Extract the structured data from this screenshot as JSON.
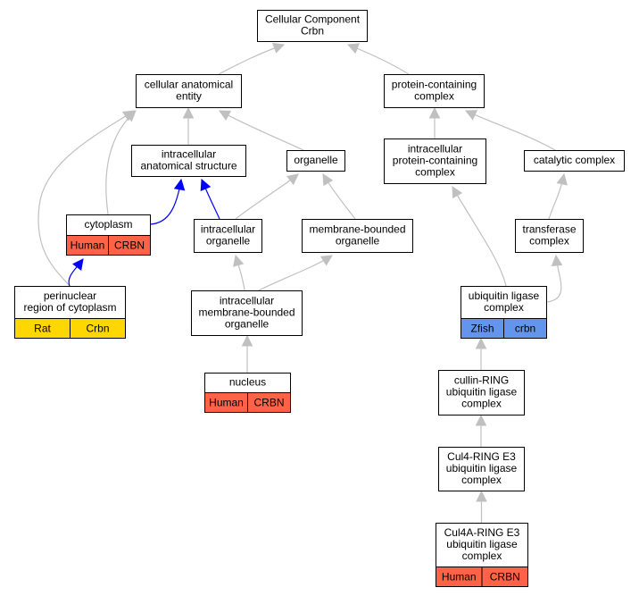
{
  "colors": {
    "human": "#ff6347",
    "rat": "#ffd700",
    "zfish": "#6495ed",
    "edge_default": "#c0c0c0",
    "edge_highlight": "#0000ff"
  },
  "nodes": [
    {
      "id": "root",
      "lines": [
        "Cellular Component",
        "Crbn"
      ]
    },
    {
      "id": "cellular_anatomical_entity",
      "lines": [
        "cellular anatomical",
        "entity"
      ]
    },
    {
      "id": "protein_containing_complex",
      "lines": [
        "protein-containing",
        "complex"
      ]
    },
    {
      "id": "intracellular_anatomical_structure",
      "lines": [
        "intracellular",
        "anatomical structure"
      ]
    },
    {
      "id": "organelle",
      "lines": [
        "organelle"
      ]
    },
    {
      "id": "intracellular_protein_containing_complex",
      "lines": [
        "intracellular",
        "protein-containing",
        "complex"
      ]
    },
    {
      "id": "catalytic_complex",
      "lines": [
        "catalytic complex"
      ]
    },
    {
      "id": "cytoplasm",
      "lines": [
        "cytoplasm"
      ],
      "tags": [
        {
          "label": "Human",
          "color": "human"
        },
        {
          "label": "CRBN",
          "color": "human"
        }
      ]
    },
    {
      "id": "intracellular_organelle",
      "lines": [
        "intracellular",
        "organelle"
      ]
    },
    {
      "id": "membrane_bounded_organelle",
      "lines": [
        "membrane-bounded",
        "organelle"
      ]
    },
    {
      "id": "transferase_complex",
      "lines": [
        "transferase",
        "complex"
      ]
    },
    {
      "id": "perinuclear_region",
      "lines": [
        "perinuclear",
        "region of cytoplasm"
      ],
      "tags": [
        {
          "label": "Rat",
          "color": "rat"
        },
        {
          "label": "Crbn",
          "color": "rat"
        }
      ]
    },
    {
      "id": "intracellular_membrane_bounded_organelle",
      "lines": [
        "intracellular",
        "membrane-bounded",
        "organelle"
      ]
    },
    {
      "id": "ubiquitin_ligase_complex",
      "lines": [
        "ubiquitin ligase",
        "complex"
      ],
      "tags": [
        {
          "label": "Zfish",
          "color": "zfish"
        },
        {
          "label": "crbn",
          "color": "zfish"
        }
      ]
    },
    {
      "id": "nucleus",
      "lines": [
        "nucleus"
      ],
      "tags": [
        {
          "label": "Human",
          "color": "human"
        },
        {
          "label": "CRBN",
          "color": "human"
        }
      ]
    },
    {
      "id": "cullin_ring",
      "lines": [
        "cullin-RING",
        "ubiquitin ligase",
        "complex"
      ]
    },
    {
      "id": "cul4_ring",
      "lines": [
        "Cul4-RING E3",
        "ubiquitin ligase",
        "complex"
      ]
    },
    {
      "id": "cul4a_ring",
      "lines": [
        "Cul4A-RING E3",
        "ubiquitin ligase",
        "complex"
      ],
      "tags": [
        {
          "label": "Human",
          "color": "human"
        },
        {
          "label": "CRBN",
          "color": "human"
        }
      ]
    }
  ],
  "edges": [
    {
      "from": "cellular_anatomical_entity",
      "to": "root",
      "color": "gray"
    },
    {
      "from": "protein_containing_complex",
      "to": "root",
      "color": "gray"
    },
    {
      "from": "intracellular_anatomical_structure",
      "to": "cellular_anatomical_entity",
      "color": "gray"
    },
    {
      "from": "organelle",
      "to": "cellular_anatomical_entity",
      "color": "gray"
    },
    {
      "from": "cytoplasm",
      "to": "cellular_anatomical_entity",
      "color": "gray"
    },
    {
      "from": "perinuclear_region",
      "to": "cellular_anatomical_entity",
      "color": "gray"
    },
    {
      "from": "cytoplasm",
      "to": "intracellular_anatomical_structure",
      "color": "blue"
    },
    {
      "from": "intracellular_organelle",
      "to": "intracellular_anatomical_structure",
      "color": "blue"
    },
    {
      "from": "intracellular_organelle",
      "to": "organelle",
      "color": "gray"
    },
    {
      "from": "membrane_bounded_organelle",
      "to": "organelle",
      "color": "gray"
    },
    {
      "from": "perinuclear_region",
      "to": "cytoplasm",
      "color": "blue"
    },
    {
      "from": "intracellular_membrane_bounded_organelle",
      "to": "intracellular_organelle",
      "color": "gray"
    },
    {
      "from": "intracellular_membrane_bounded_organelle",
      "to": "membrane_bounded_organelle",
      "color": "gray"
    },
    {
      "from": "nucleus",
      "to": "intracellular_membrane_bounded_organelle",
      "color": "gray"
    },
    {
      "from": "intracellular_protein_containing_complex",
      "to": "protein_containing_complex",
      "color": "gray"
    },
    {
      "from": "catalytic_complex",
      "to": "protein_containing_complex",
      "color": "gray"
    },
    {
      "from": "transferase_complex",
      "to": "catalytic_complex",
      "color": "gray"
    },
    {
      "from": "ubiquitin_ligase_complex",
      "to": "intracellular_protein_containing_complex",
      "color": "gray"
    },
    {
      "from": "ubiquitin_ligase_complex",
      "to": "transferase_complex",
      "color": "gray"
    },
    {
      "from": "cullin_ring",
      "to": "ubiquitin_ligase_complex",
      "color": "gray"
    },
    {
      "from": "cul4_ring",
      "to": "cullin_ring",
      "color": "gray"
    },
    {
      "from": "cul4a_ring",
      "to": "cul4_ring",
      "color": "gray"
    }
  ]
}
